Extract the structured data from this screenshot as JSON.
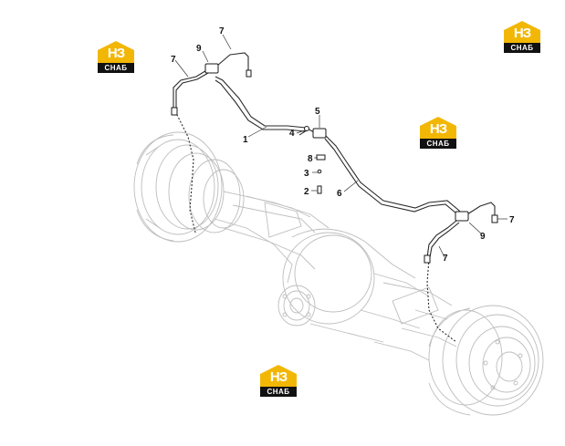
{
  "logo": {
    "top_text": "НЗ",
    "bottom_text": "СНАБ",
    "color": "#f2b705"
  },
  "callouts": {
    "c1": "1",
    "c2": "2",
    "c3": "3",
    "c4": "4",
    "c5": "5",
    "c6": "6",
    "c7a": "7",
    "c7b": "7",
    "c7c": "7",
    "c7d": "7",
    "c8": "8",
    "c9a": "9",
    "c9b": "9"
  }
}
